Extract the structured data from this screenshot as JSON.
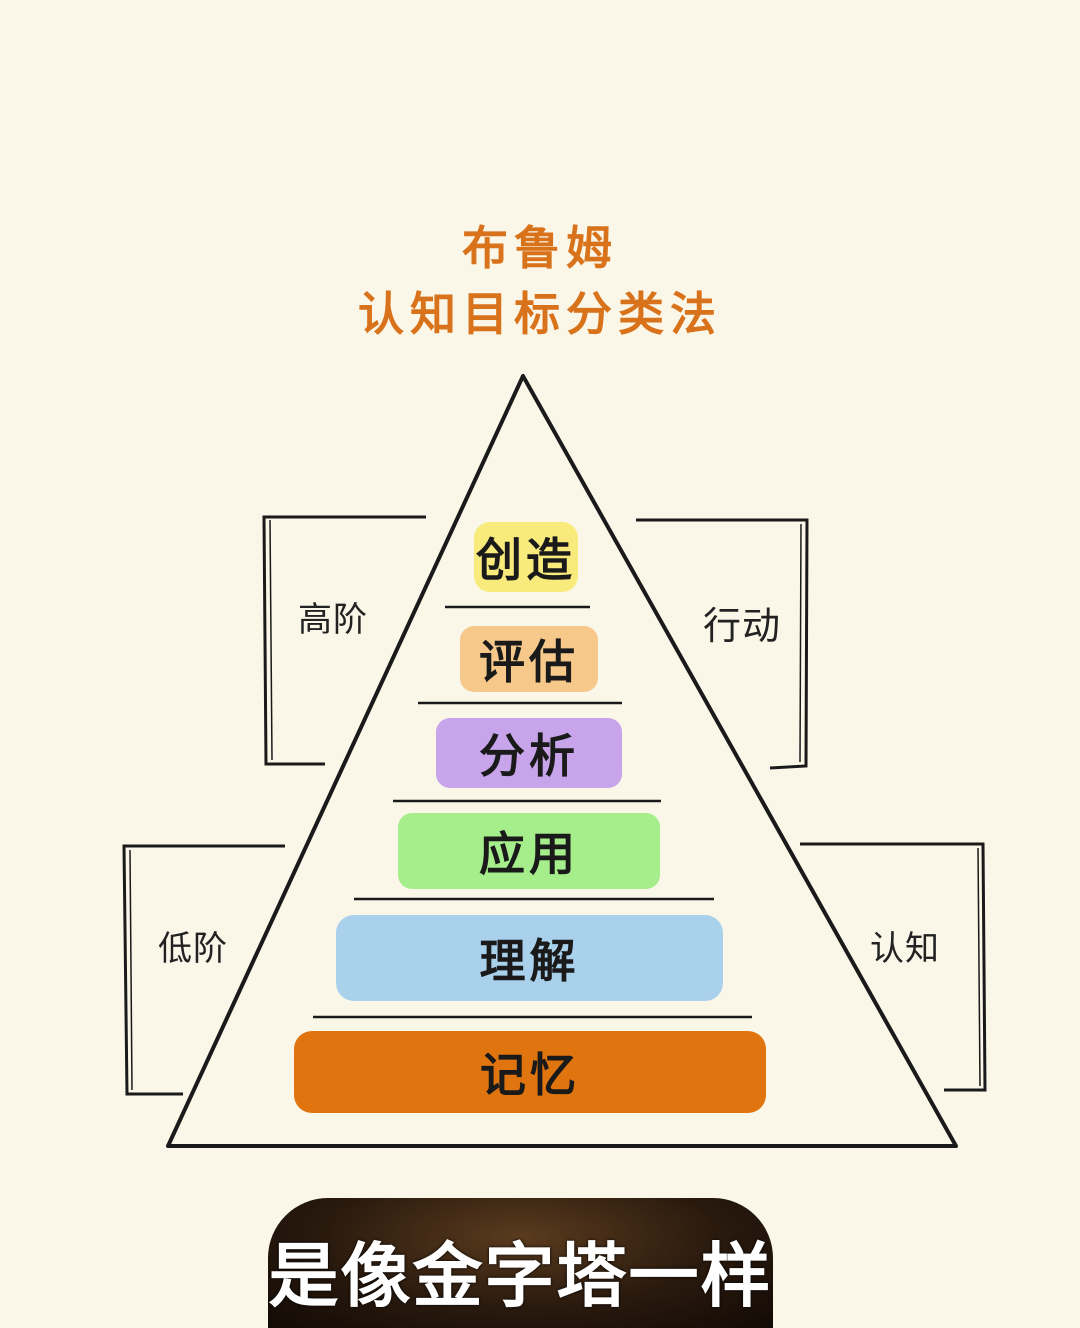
{
  "title": {
    "line1": "布鲁姆",
    "line2": "认知目标分类法"
  },
  "levels": [
    {
      "label": "创造",
      "color": "#F8EB7C"
    },
    {
      "label": "评估",
      "color": "#F6C98B"
    },
    {
      "label": "分析",
      "color": "#C8A5EA"
    },
    {
      "label": "应用",
      "color": "#A6EE8B"
    },
    {
      "label": "理解",
      "color": "#A9D1EC"
    },
    {
      "label": "记忆",
      "color": "#E07510"
    }
  ],
  "side_labels": {
    "high_order": "高阶",
    "low_order": "低阶",
    "action": "行动",
    "cognition": "认知"
  },
  "caption": "是像金字塔一样",
  "colors": {
    "background": "#FAF6E8",
    "title": "#D9731B",
    "outline": "#1a1a1a"
  }
}
